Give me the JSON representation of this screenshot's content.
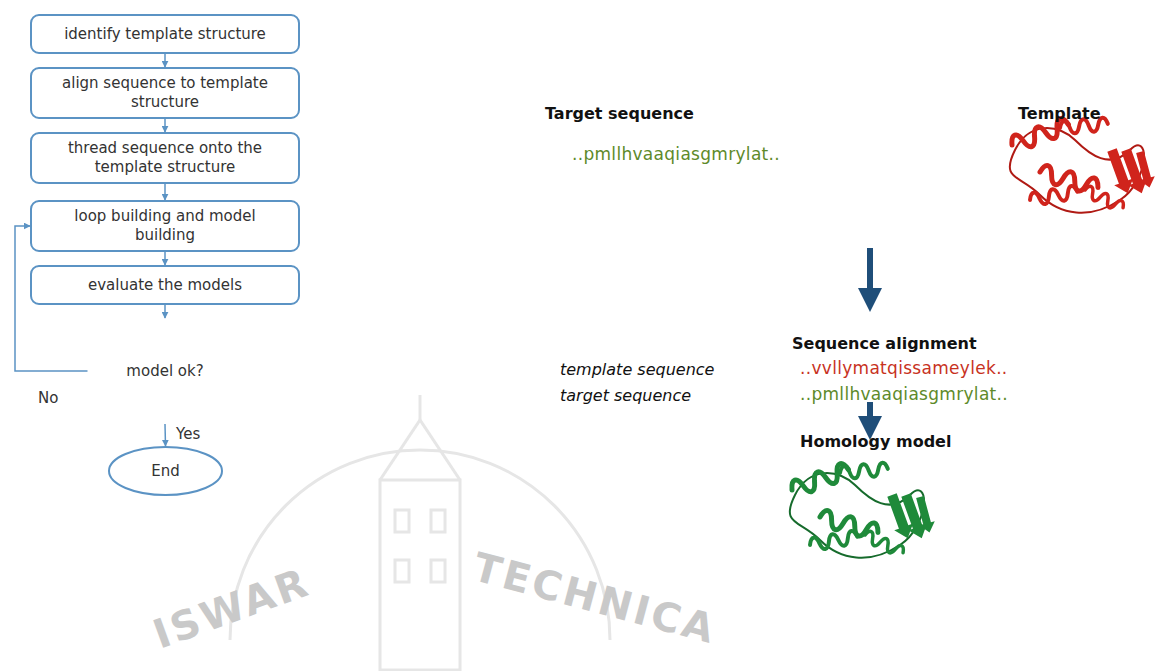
{
  "diagram": {
    "nodes": [
      {
        "text": [
          "identify template structure"
        ]
      },
      {
        "text": [
          "align sequence to template structure"
        ]
      },
      {
        "text": [
          "thread sequence onto the template structure"
        ]
      },
      {
        "text": [
          "loop building and model building"
        ]
      },
      {
        "text": [
          "evaluate the models"
        ]
      },
      {
        "text": [
          "model ok?"
        ]
      },
      {
        "text": [
          "End"
        ]
      }
    ],
    "edges": [
      {
        "from": 0,
        "to": 1,
        "arrow": "to"
      },
      {
        "from": 1,
        "to": 2,
        "arrow": "to"
      },
      {
        "from": 2,
        "to": 3,
        "arrow": "to"
      },
      {
        "from": 3,
        "to": 4,
        "arrow": "to"
      },
      {
        "from": 4,
        "to": 5,
        "arrow": "to"
      },
      {
        "from": 5,
        "to": 6,
        "label": "Yes",
        "arrow": "to"
      },
      {
        "from": 5,
        "to": 3,
        "label": "No",
        "arrow": "to"
      }
    ],
    "labels": [
      "Target sequence",
      "Template",
      "..pmllhvaaqiasgmrylat..",
      "Sequence alignment",
      "template sequence",
      "..vvllymatqissameylek..",
      "target sequence",
      "..pmllhvaaqiasgmrylat..",
      "Homology model",
      "ISWAR",
      "TECHNICA"
    ]
  }
}
